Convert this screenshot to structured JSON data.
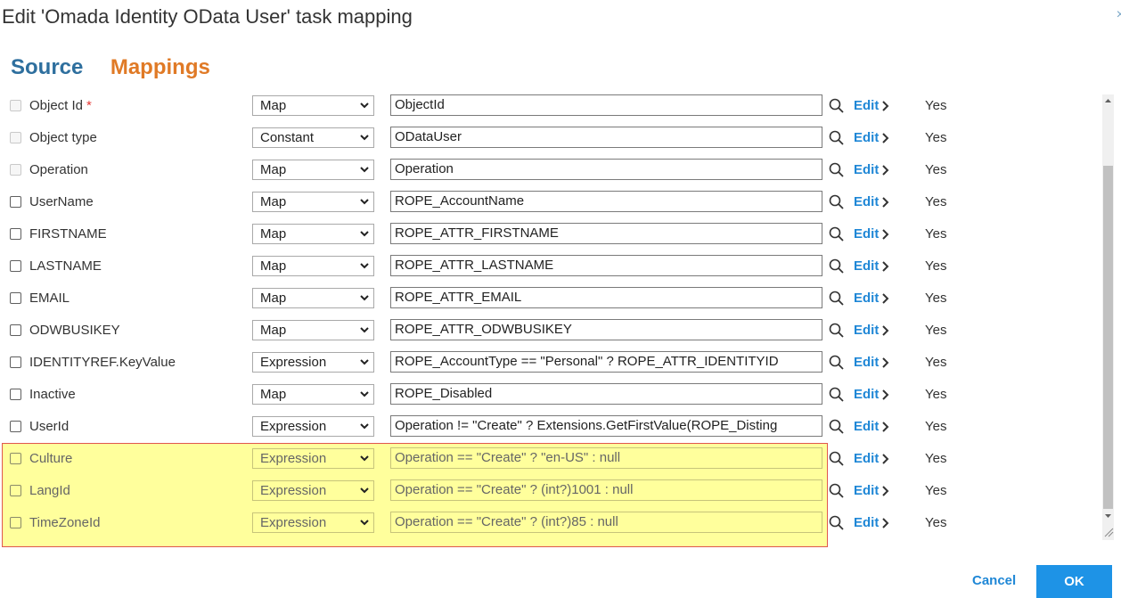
{
  "dialog": {
    "title": "Edit 'Omada Identity OData User' task mapping",
    "close_glyph": "×"
  },
  "tabs": [
    {
      "label": "Source"
    },
    {
      "label": "Mappings"
    }
  ],
  "icons": {
    "search": "search-icon",
    "chevron": "chevron-right-icon",
    "select_arrow": "chevron-down-icon"
  },
  "colors": {
    "source_tab": "#2e6f9e",
    "mappings_tab": "#e07a26",
    "link": "#1f87d6",
    "highlight_bg": "#ffff9c",
    "highlight_border": "#e0574e",
    "ok_button": "#1e93e6"
  },
  "rows": [
    {
      "name": "Object Id",
      "required": "*",
      "type": "Map",
      "value": "ObjectId",
      "edit": "Edit",
      "status": "Yes",
      "enabled": false
    },
    {
      "name": "Object type",
      "required": "",
      "type": "Constant",
      "value": "ODataUser",
      "edit": "Edit",
      "status": "Yes",
      "enabled": false
    },
    {
      "name": "Operation",
      "required": "",
      "type": "Map",
      "value": "Operation",
      "edit": "Edit",
      "status": "Yes",
      "enabled": false
    },
    {
      "name": "UserName",
      "required": "",
      "type": "Map",
      "value": "ROPE_AccountName",
      "edit": "Edit",
      "status": "Yes",
      "enabled": true
    },
    {
      "name": "FIRSTNAME",
      "required": "",
      "type": "Map",
      "value": "ROPE_ATTR_FIRSTNAME",
      "edit": "Edit",
      "status": "Yes",
      "enabled": true
    },
    {
      "name": "LASTNAME",
      "required": "",
      "type": "Map",
      "value": "ROPE_ATTR_LASTNAME",
      "edit": "Edit",
      "status": "Yes",
      "enabled": true
    },
    {
      "name": "EMAIL",
      "required": "",
      "type": "Map",
      "value": "ROPE_ATTR_EMAIL",
      "edit": "Edit",
      "status": "Yes",
      "enabled": true
    },
    {
      "name": "ODWBUSIKEY",
      "required": "",
      "type": "Map",
      "value": "ROPE_ATTR_ODWBUSIKEY",
      "edit": "Edit",
      "status": "Yes",
      "enabled": true
    },
    {
      "name": "IDENTITYREF.KeyValue",
      "required": "",
      "type": "Expression",
      "value": "ROPE_AccountType == \"Personal\" ?  ROPE_ATTR_IDENTITYID",
      "edit": "Edit",
      "status": "Yes",
      "enabled": true
    },
    {
      "name": "Inactive",
      "required": "",
      "type": "Map",
      "value": "ROPE_Disabled",
      "edit": "Edit",
      "status": "Yes",
      "enabled": true
    },
    {
      "name": "UserId",
      "required": "",
      "type": "Expression",
      "value": "Operation != \"Create\" ? Extensions.GetFirstValue(ROPE_Disting",
      "edit": "Edit",
      "status": "Yes",
      "enabled": true
    },
    {
      "name": "Culture",
      "required": "",
      "type": "Expression",
      "value": "Operation == \"Create\" ? \"en-US\" : null",
      "edit": "Edit",
      "status": "Yes",
      "enabled": true
    },
    {
      "name": "LangId",
      "required": "",
      "type": "Expression",
      "value": "Operation == \"Create\" ? (int?)1001 : null",
      "edit": "Edit",
      "status": "Yes",
      "enabled": true
    },
    {
      "name": "TimeZoneId",
      "required": "",
      "type": "Expression",
      "value": "Operation == \"Create\" ? (int?)85 : null",
      "edit": "Edit",
      "status": "Yes",
      "enabled": true
    }
  ],
  "footer": {
    "cancel": "Cancel",
    "ok": "OK"
  }
}
